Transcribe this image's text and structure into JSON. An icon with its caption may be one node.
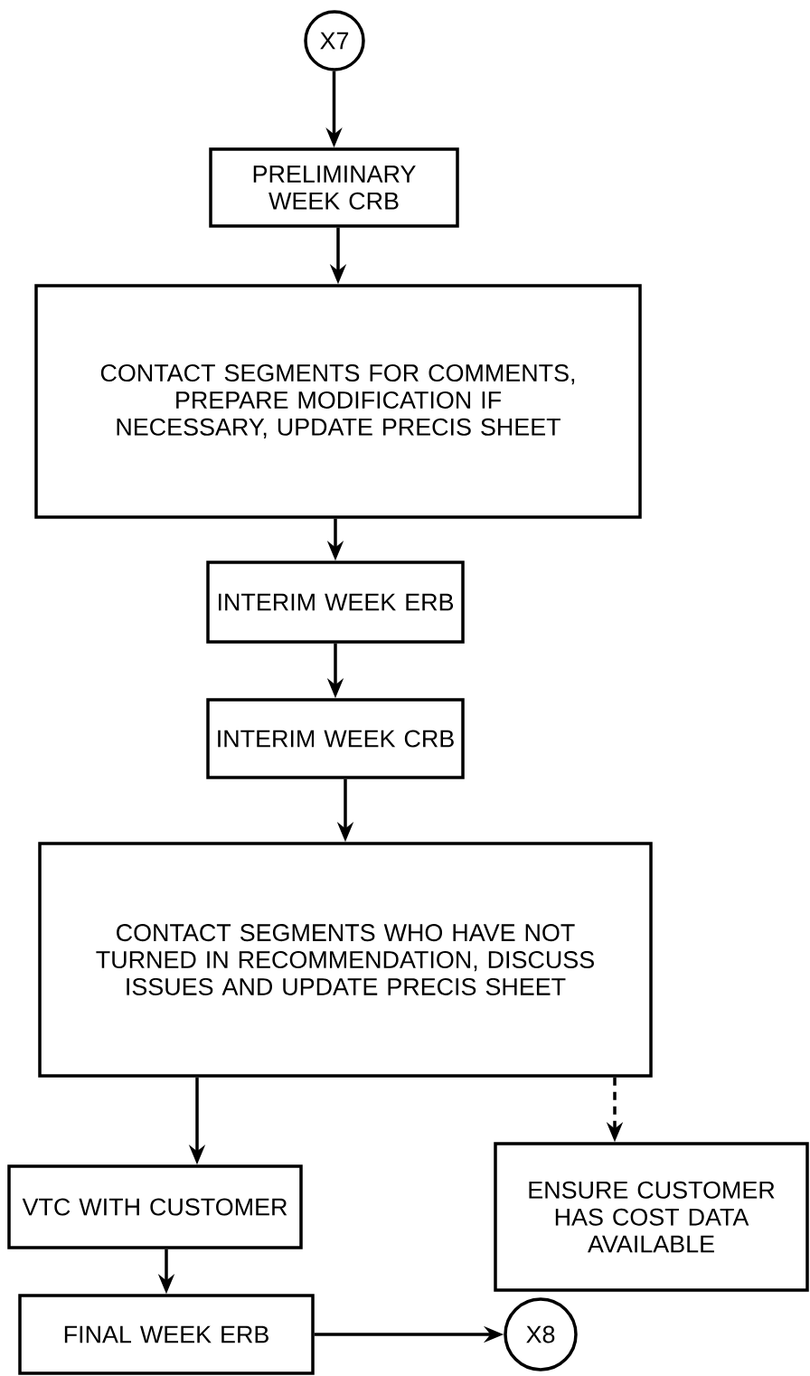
{
  "diagram": {
    "nodes": [
      {
        "text": [
          "X7"
        ]
      },
      {
        "text": [
          "PRELIMINARY WEEK CRB"
        ]
      },
      {
        "text": [
          "CONTACT SEGMENTS FOR COMMENTS, PREPARE MODIFICATION IF NECESSARY, UPDATE PRECIS SHEET"
        ]
      },
      {
        "text": [
          "INTERIM WEEK ERB"
        ]
      },
      {
        "text": [
          "INTERIM WEEK CRB"
        ]
      },
      {
        "text": [
          "CONTACT SEGMENTS WHO HAVE NOT TURNED IN RECOMMENDATION, DISCUSS ISSUES AND UPDATE PRECIS SHEET"
        ]
      },
      {
        "text": [
          "VTC WITH CUSTOMER"
        ]
      },
      {
        "text": [
          "ENSURE CUSTOMER HAS COST DATA AVAILABLE"
        ]
      },
      {
        "text": [
          "FINAL WEEK ERB"
        ]
      },
      {
        "text": [
          "X8"
        ]
      }
    ],
    "edges": [
      {
        "from": 0,
        "to": 1,
        "arrow": "to"
      },
      {
        "from": 1,
        "to": 2,
        "arrow": "to"
      },
      {
        "from": 2,
        "to": 3,
        "arrow": "to"
      },
      {
        "from": 3,
        "to": 4,
        "arrow": "to"
      },
      {
        "from": 4,
        "to": 5,
        "arrow": "to"
      },
      {
        "from": 5,
        "to": 6,
        "arrow": "to"
      },
      {
        "from": 5,
        "to": 7,
        "arrow": "to",
        "style": "dashed"
      },
      {
        "from": 6,
        "to": 8,
        "arrow": "to"
      },
      {
        "from": 8,
        "to": 9,
        "arrow": "to"
      }
    ]
  }
}
